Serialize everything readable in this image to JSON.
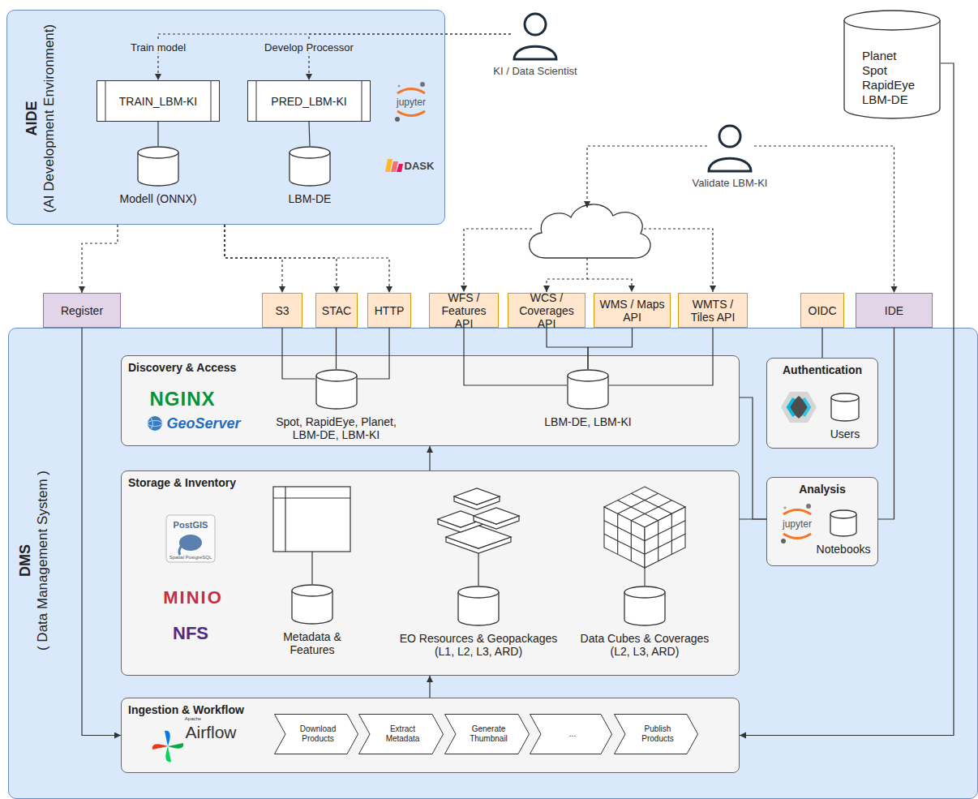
{
  "diagram": {
    "nodes": [
      {
        "text": [
          "AIDE",
          "(AI Development Environment)"
        ]
      },
      {
        "text": [
          "TRAIN_LBM-KI"
        ],
        "in": 0
      },
      {
        "text": [
          "PRED_LBM-KI"
        ],
        "in": 0
      },
      {
        "text": [
          "Modell (ONNX)"
        ],
        "in": 0
      },
      {
        "text": [
          "LBM-DE"
        ],
        "in": 0
      },
      {
        "text": [
          "KI / Data Scientist"
        ]
      },
      {
        "text": [
          "Planet Spot RapidEye LBM-DE"
        ]
      },
      {
        "text": [
          "Validate LBM-KI"
        ]
      },
      {
        "text": [
          "Register"
        ]
      },
      {
        "text": [
          "S3"
        ]
      },
      {
        "text": [
          "STAC"
        ]
      },
      {
        "text": [
          "HTTP"
        ]
      },
      {
        "text": [
          "WFS / Features API"
        ]
      },
      {
        "text": [
          "WCS / Coverages API"
        ]
      },
      {
        "text": [
          "WMS / Maps API"
        ]
      },
      {
        "text": [
          "WMTS / Tiles API"
        ]
      },
      {
        "text": [
          "OIDC"
        ]
      },
      {
        "text": [
          "IDE"
        ]
      },
      {
        "text": [
          "DMS",
          "( Data Management System )"
        ]
      },
      {
        "text": [
          "Discovery & Access"
        ],
        "in": 18
      },
      {
        "text": [
          "Spot, RapidEye, Planet, LBM-DE, LBM-KI"
        ],
        "in": 19
      },
      {
        "text": [
          "LBM-DE, LBM-KI"
        ],
        "in": 19
      },
      {
        "text": [
          "Authentication"
        ],
        "in": 18
      },
      {
        "text": [
          "Users"
        ],
        "in": 22
      },
      {
        "text": [
          "Storage & Inventory"
        ],
        "in": 18
      },
      {
        "text": [
          "Metadata & Features"
        ],
        "in": 24
      },
      {
        "text": [
          "EO Resources & Geopackages (L1, L2, L3, ARD)"
        ],
        "in": 24
      },
      {
        "text": [
          "Data Cubes & Coverages (L2, L3, ARD)"
        ],
        "in": 24
      },
      {
        "text": [
          "Analysis"
        ],
        "in": 18
      },
      {
        "text": [
          "Notebooks"
        ],
        "in": 28
      },
      {
        "text": [
          "Ingestion & Workflow"
        ],
        "in": 18
      },
      {
        "text": [
          "Download Products"
        ],
        "in": 30
      },
      {
        "text": [
          "Extract Metadata"
        ],
        "in": 30
      },
      {
        "text": [
          "Generate Thumbnail"
        ],
        "in": 30
      },
      {
        "text": [
          "..."
        ],
        "in": 30
      },
      {
        "text": [
          "Publish Products"
        ],
        "in": 30
      }
    ],
    "edges": [
      {
        "from": 5,
        "to": 1,
        "arrow": "to",
        "label": "Train model"
      },
      {
        "from": 5,
        "to": 2,
        "arrow": "to",
        "label": "Develop Processor"
      },
      {
        "from": 1,
        "to": 3,
        "arrow": "none"
      },
      {
        "from": 2,
        "to": 4,
        "arrow": "none"
      },
      {
        "from": 0,
        "to": 8,
        "arrow": "to"
      },
      {
        "from": 0,
        "to": 9,
        "arrow": "to"
      },
      {
        "from": 0,
        "to": 10,
        "arrow": "to"
      },
      {
        "from": 0,
        "to": 11,
        "arrow": "to"
      },
      {
        "from": 7,
        "to": 17,
        "arrow": "to"
      },
      {
        "from": 8,
        "to": 30,
        "arrow": "to"
      },
      {
        "from": 6,
        "to": 30,
        "arrow": "to"
      },
      {
        "from": 9,
        "to": 20,
        "arrow": "none"
      },
      {
        "from": 10,
        "to": 20,
        "arrow": "none"
      },
      {
        "from": 11,
        "to": 20,
        "arrow": "none"
      },
      {
        "from": 12,
        "to": 21,
        "arrow": "none"
      },
      {
        "from": 13,
        "to": 21,
        "arrow": "none"
      },
      {
        "from": 14,
        "to": 21,
        "arrow": "none"
      },
      {
        "from": 15,
        "to": 21,
        "arrow": "none"
      },
      {
        "from": 16,
        "to": 22,
        "arrow": "none"
      },
      {
        "from": 17,
        "to": 28,
        "arrow": "none"
      },
      {
        "from": 24,
        "to": 19,
        "arrow": "to"
      },
      {
        "from": 30,
        "to": 24,
        "arrow": "to"
      },
      {
        "from": 19,
        "to": 28,
        "arrow": "none"
      },
      {
        "from": 24,
        "to": 28,
        "arrow": "none"
      }
    ],
    "labels": [
      "jupyter",
      "DASK",
      "NGINX",
      "GeoServer",
      "PostGIS",
      "Spatial PostgreSQL",
      "MINIO",
      "NFS",
      "Apache",
      "Airflow",
      "jupyter"
    ]
  }
}
